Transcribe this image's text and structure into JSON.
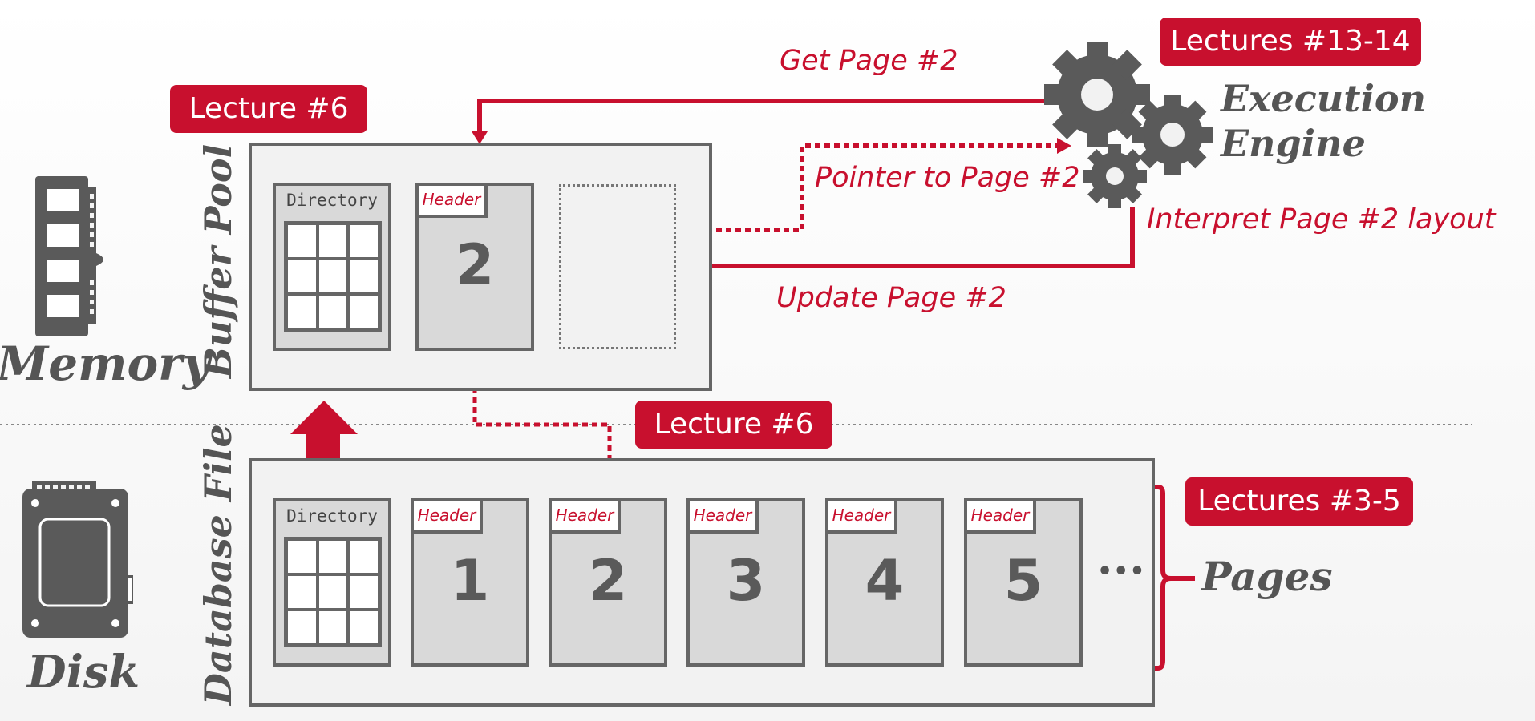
{
  "tags": {
    "lecture_6_top": "Lecture #6",
    "lecture_6_mid": "Lecture #6",
    "lectures_13_14": "Lectures #13-14",
    "lectures_3_5": "Lectures #3-5"
  },
  "labels": {
    "memory": "Memory",
    "disk": "Disk",
    "buffer_pool": "Buffer Pool",
    "database_file": "Database File",
    "execution_engine_line1": "Execution",
    "execution_engine_line2": "Engine",
    "pages": "Pages",
    "ellipsis": "•••"
  },
  "arrows": {
    "get_page": "Get Page #2",
    "pointer_to_page": "Pointer to Page #2",
    "interpret_layout": "Interpret Page #2 layout",
    "update_page": "Update Page #2"
  },
  "buffer_pool": {
    "directory_label": "Directory",
    "page": {
      "header": "Header",
      "number": "2"
    }
  },
  "database_file": {
    "directory_label": "Directory",
    "pages": [
      {
        "header": "Header",
        "number": "1"
      },
      {
        "header": "Header",
        "number": "2"
      },
      {
        "header": "Header",
        "number": "3"
      },
      {
        "header": "Header",
        "number": "4"
      },
      {
        "header": "Header",
        "number": "5"
      }
    ]
  },
  "colors": {
    "accent": "#c8102e",
    "gray_dark": "#666666",
    "gray_fill": "#d9d9d9",
    "panel_fill": "#f2f2f2"
  },
  "icons": [
    "memory-stick-icon",
    "ssd-icon",
    "gears-icon"
  ]
}
